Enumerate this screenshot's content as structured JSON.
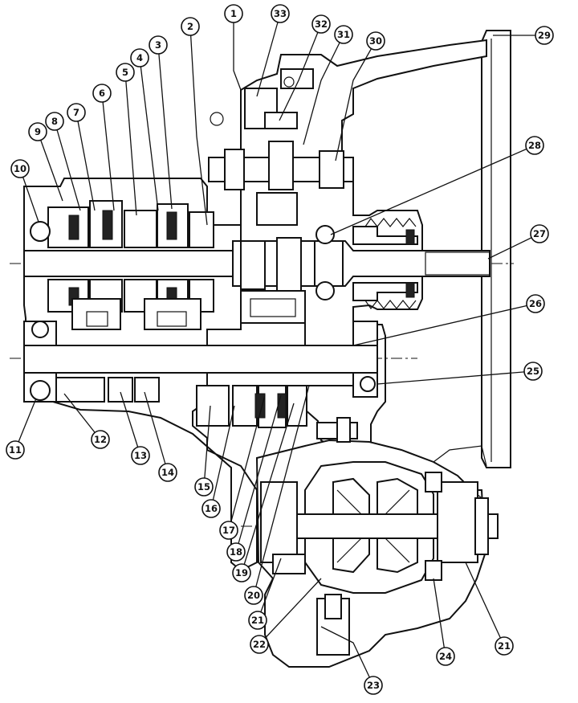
{
  "callouts": [
    {
      "id": "c1",
      "label": "1"
    },
    {
      "id": "c2",
      "label": "2"
    },
    {
      "id": "c3",
      "label": "3"
    },
    {
      "id": "c4",
      "label": "4"
    },
    {
      "id": "c5",
      "label": "5"
    },
    {
      "id": "c6",
      "label": "6"
    },
    {
      "id": "c7",
      "label": "7"
    },
    {
      "id": "c8",
      "label": "8"
    },
    {
      "id": "c9",
      "label": "9"
    },
    {
      "id": "c10",
      "label": "10"
    },
    {
      "id": "c11",
      "label": "11"
    },
    {
      "id": "c12",
      "label": "12"
    },
    {
      "id": "c13",
      "label": "13"
    },
    {
      "id": "c14",
      "label": "14"
    },
    {
      "id": "c15",
      "label": "15"
    },
    {
      "id": "c16",
      "label": "16"
    },
    {
      "id": "c17",
      "label": "17"
    },
    {
      "id": "c18",
      "label": "18"
    },
    {
      "id": "c19",
      "label": "19"
    },
    {
      "id": "c20",
      "label": "20"
    },
    {
      "id": "c21a",
      "label": "21"
    },
    {
      "id": "c21b",
      "label": "21"
    },
    {
      "id": "c22",
      "label": "22"
    },
    {
      "id": "c23",
      "label": "23"
    },
    {
      "id": "c24",
      "label": "24"
    },
    {
      "id": "c25",
      "label": "25"
    },
    {
      "id": "c26",
      "label": "26"
    },
    {
      "id": "c27",
      "label": "27"
    },
    {
      "id": "c28",
      "label": "28"
    },
    {
      "id": "c29",
      "label": "29"
    },
    {
      "id": "c30",
      "label": "30"
    },
    {
      "id": "c31",
      "label": "31"
    },
    {
      "id": "c32",
      "label": "32"
    },
    {
      "id": "c33",
      "label": "33"
    }
  ]
}
